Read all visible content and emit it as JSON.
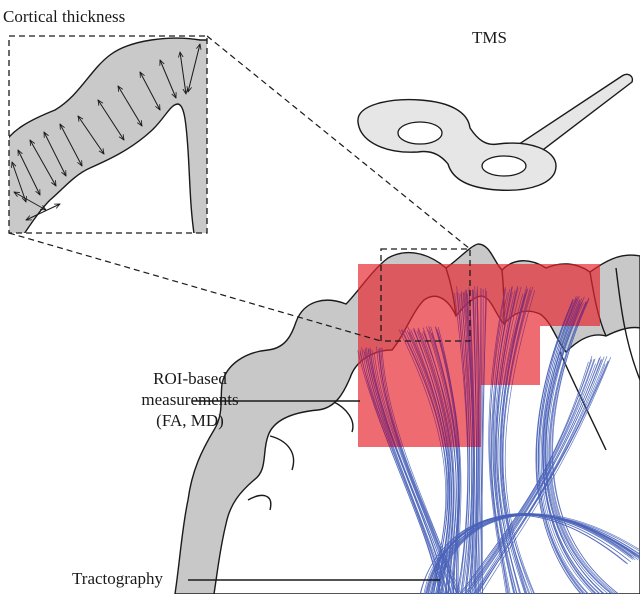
{
  "labels": {
    "cortical_thickness": "Cortical thickness",
    "tms": "TMS",
    "roi_line1": "ROI-based",
    "roi_line2": "measurements",
    "roi_line3": "(FA, MD)",
    "tractography": "Tractography"
  },
  "colors": {
    "gray_matter": "#c8c8c8",
    "white_matter": "#ffffff",
    "outline": "#1a1a1a",
    "roi_overlay": "#e8252f",
    "tract_fiber": "#4a63b8",
    "tract_fiber_in_roi": "#6a2a86",
    "coil_fill": "#e6e6e6",
    "inset_fill": "#c9c9c9"
  },
  "icons": {
    "coil": "figure-eight-coil-icon",
    "thickness_arrow": "double-headed-arrow-icon"
  }
}
